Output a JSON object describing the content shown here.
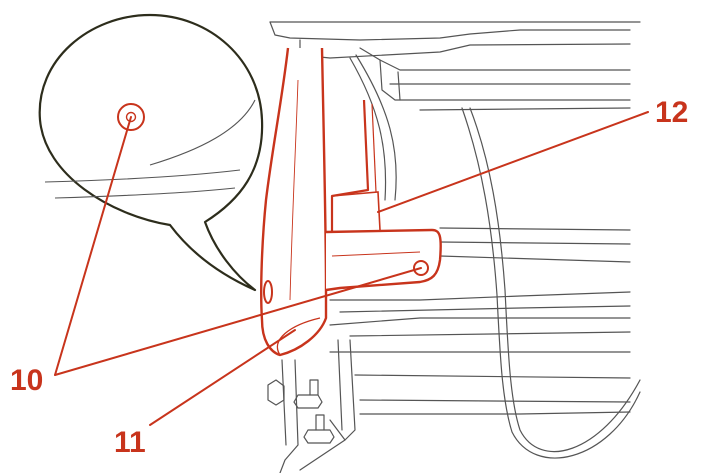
{
  "diagram": {
    "colors": {
      "callout": "#c8341c",
      "line": "#555555",
      "outline": "#2d2d1c",
      "part_fill": "#ffffff",
      "part_tint": "#f6e7e2",
      "background": "#ffffff"
    },
    "callouts": {
      "c10": "10",
      "c11": "11",
      "c12": "12"
    }
  }
}
